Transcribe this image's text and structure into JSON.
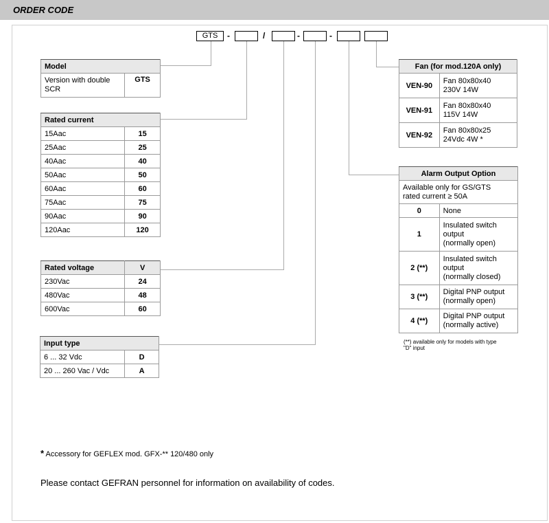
{
  "header": {
    "title": "ORDER CODE"
  },
  "code": {
    "prefix": "GTS",
    "sep1": "-",
    "sep2": "/",
    "sep3": "-",
    "sep4": "-"
  },
  "model": {
    "title": "Model",
    "rows": [
      {
        "label": "Version with double SCR",
        "code": "GTS"
      }
    ]
  },
  "current": {
    "title": "Rated current",
    "rows": [
      {
        "label": "15Aac",
        "code": "15"
      },
      {
        "label": "25Aac",
        "code": "25"
      },
      {
        "label": "40Aac",
        "code": "40"
      },
      {
        "label": "50Aac",
        "code": "50"
      },
      {
        "label": "60Aac",
        "code": "60"
      },
      {
        "label": "75Aac",
        "code": "75"
      },
      {
        "label": "90Aac",
        "code": "90"
      },
      {
        "label": "120Aac",
        "code": "120"
      }
    ]
  },
  "voltage": {
    "title": "Rated voltage",
    "title_code": "V",
    "rows": [
      {
        "label": "230Vac",
        "code": "24"
      },
      {
        "label": "480Vac",
        "code": "48"
      },
      {
        "label": "600Vac",
        "code": "60"
      }
    ]
  },
  "input": {
    "title": "Input type",
    "rows": [
      {
        "label": "6 ... 32 Vdc",
        "code": "D"
      },
      {
        "label": "20 ... 260 Vac / Vdc",
        "code": "A"
      }
    ]
  },
  "fan": {
    "title": "Fan (for mod.120A only)",
    "rows": [
      {
        "code": "VEN-90",
        "l1": "Fan 80x80x40",
        "l2": "230V 14W"
      },
      {
        "code": "VEN-91",
        "l1": "Fan 80x80x40",
        "l2": "115V 14W"
      },
      {
        "code": "VEN-92",
        "l1": "Fan 80x80x25",
        "l2": "24Vdc 4W *"
      }
    ]
  },
  "alarm": {
    "title": "Alarm Output Option",
    "subtitle1": "Available only for GS/GTS",
    "subtitle2": "rated current ≥ 50A",
    "rows": [
      {
        "code": "0",
        "l1": "None",
        "l2": "",
        "l3": ""
      },
      {
        "code": "1",
        "l1": "Insulated switch",
        "l2": "output",
        "l3": "(normally open)"
      },
      {
        "code": "2 (**)",
        "l1": "Insulated switch",
        "l2": "output",
        "l3": "(normally closed)"
      },
      {
        "code": "3 (**)",
        "l1": "Digital PNP output",
        "l2": "(normally open)",
        "l3": ""
      },
      {
        "code": "4 (**)",
        "l1": "Digital PNP output",
        "l2": "(normally active)",
        "l3": ""
      }
    ],
    "note1": "(**) available only for models with type",
    "note2": "\"D\" input"
  },
  "footer": {
    "star": "*",
    "accessory": "Accessory for GEFLEX mod. GFX-** 120/480 only",
    "contact": "Please contact GEFRAN personnel for information on availability of codes."
  }
}
